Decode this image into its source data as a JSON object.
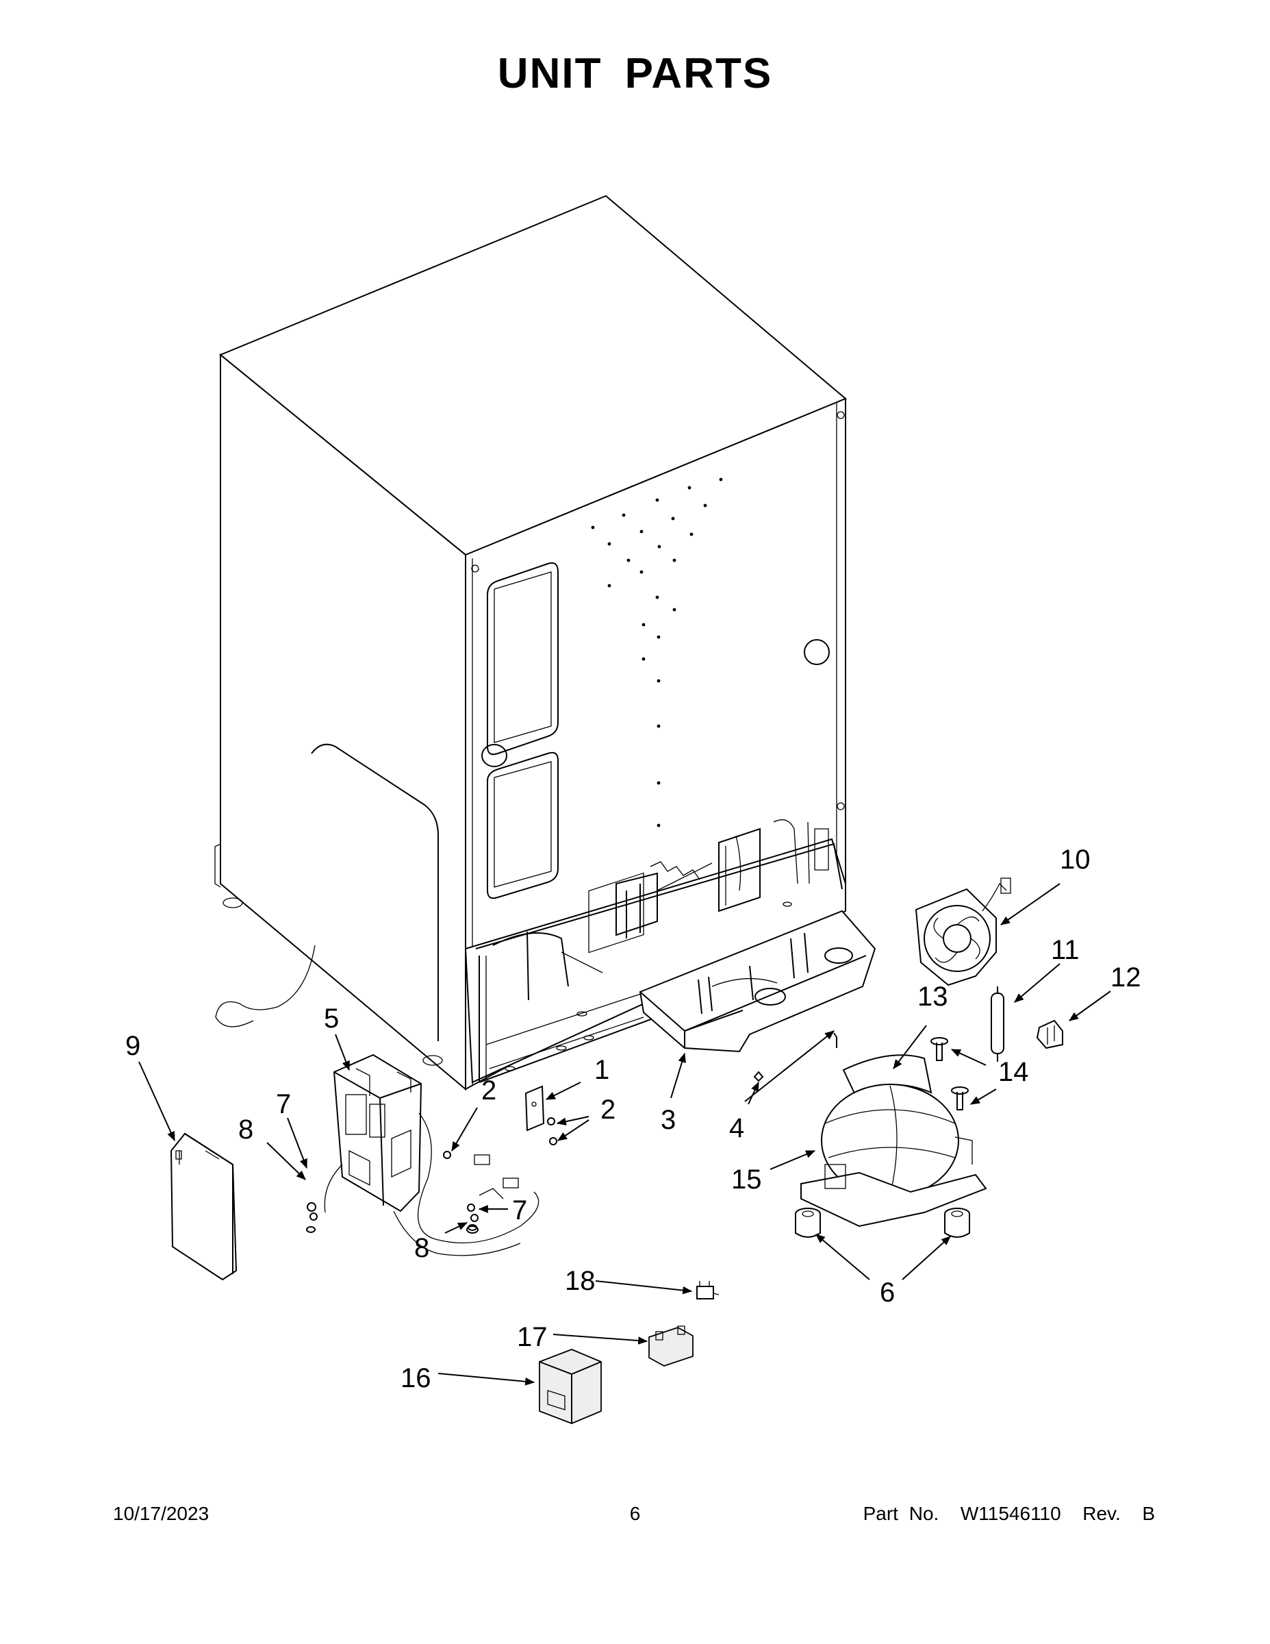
{
  "title": "UNIT PARTS",
  "footer": {
    "date": "10/17/2023",
    "page": "6",
    "part_no": "Part No.  W11546110  Rev.  B"
  },
  "callouts": {
    "c1": "1",
    "c2a": "2",
    "c2b": "2",
    "c3": "3",
    "c4": "4",
    "c5": "5",
    "c6": "6",
    "c7a": "7",
    "c7b": "7",
    "c8a": "8",
    "c8b": "8",
    "c9": "9",
    "c10": "10",
    "c11": "11",
    "c12": "12",
    "c13": "13",
    "c14": "14",
    "c15": "15",
    "c16": "16",
    "c17": "17",
    "c18": "18"
  }
}
